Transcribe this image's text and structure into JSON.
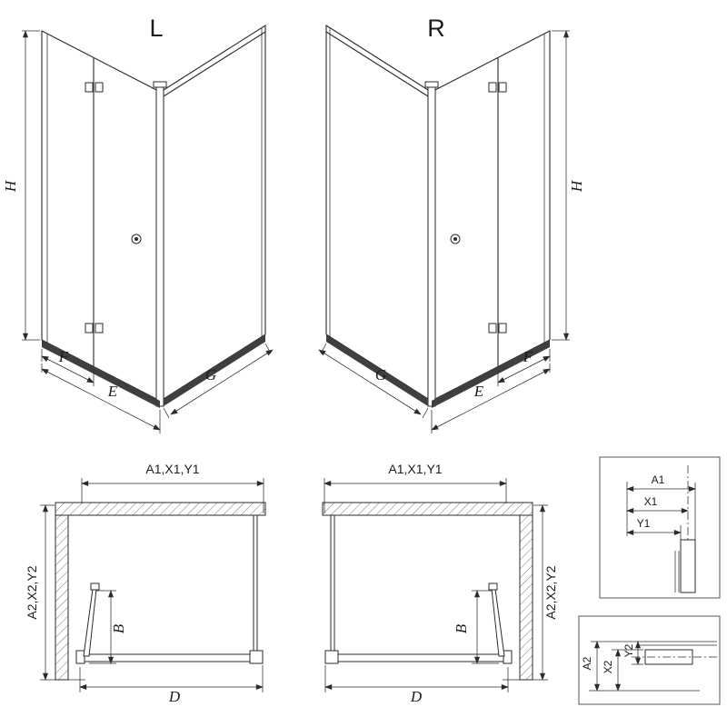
{
  "drawing": {
    "title_left": "L",
    "title_right": "R",
    "dim_h": "H",
    "dim_f": "F",
    "dim_e": "E",
    "dim_g": "G",
    "dim_a1x1y1": "A1,X1,Y1",
    "dim_a2x2y2": "A2,X2,Y2",
    "dim_b": "B",
    "dim_d": "D",
    "detail_a1": "A1",
    "detail_x1": "X1",
    "detail_y1": "Y1",
    "detail_a2": "A2",
    "detail_x2": "X2",
    "detail_y2": "Y2"
  },
  "colors": {
    "line": "#2b2b2b",
    "background": "#ffffff",
    "sill": "#3f3f3f"
  }
}
